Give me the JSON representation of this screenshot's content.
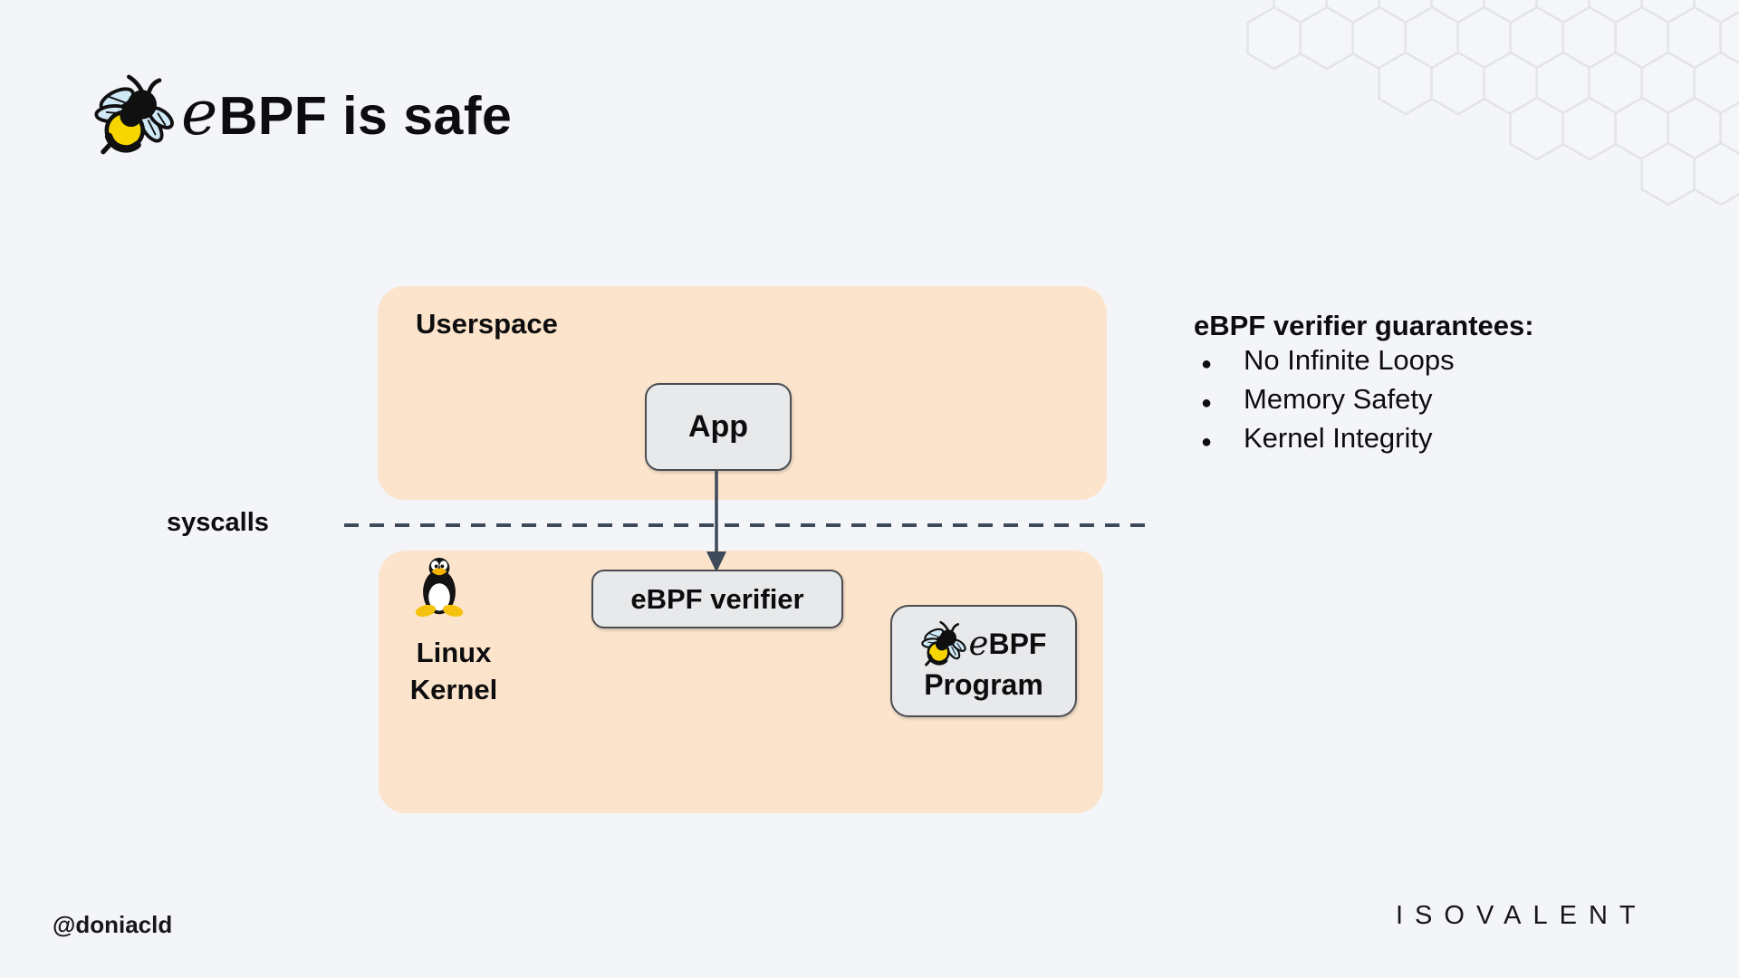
{
  "title": {
    "e": "e",
    "bpf": "BPF",
    "rest": " is safe"
  },
  "diagram": {
    "userspace_label": "Userspace",
    "app_label": "App",
    "syscalls_label": "syscalls",
    "kernel_label_line1": "Linux",
    "kernel_label_line2": "Kernel",
    "verifier_label": "eBPF verifier",
    "program_e": "e",
    "program_bpf": "BPF",
    "program_line2": "Program"
  },
  "guarantees": {
    "heading": "eBPF verifier guarantees:",
    "bullet": "●",
    "items": [
      "No Infinite Loops",
      "Memory Safety",
      "Kernel Integrity"
    ]
  },
  "footer": {
    "handle": "@doniacld",
    "brand": "ISOVALENT"
  },
  "colors": {
    "background": "#f4f5f8",
    "band_fill": "#fbe4cb",
    "node_fill": "#e8e9ea",
    "node_border": "#4b4d53",
    "connector": "#3e4a5a",
    "hexagon_stroke": "#e3e4eb",
    "bee_yellow": "#f7d600",
    "bee_wing": "#cfe9f6",
    "tux_foot_yellow": "#f4c20d",
    "text": "#0d0d0f"
  }
}
